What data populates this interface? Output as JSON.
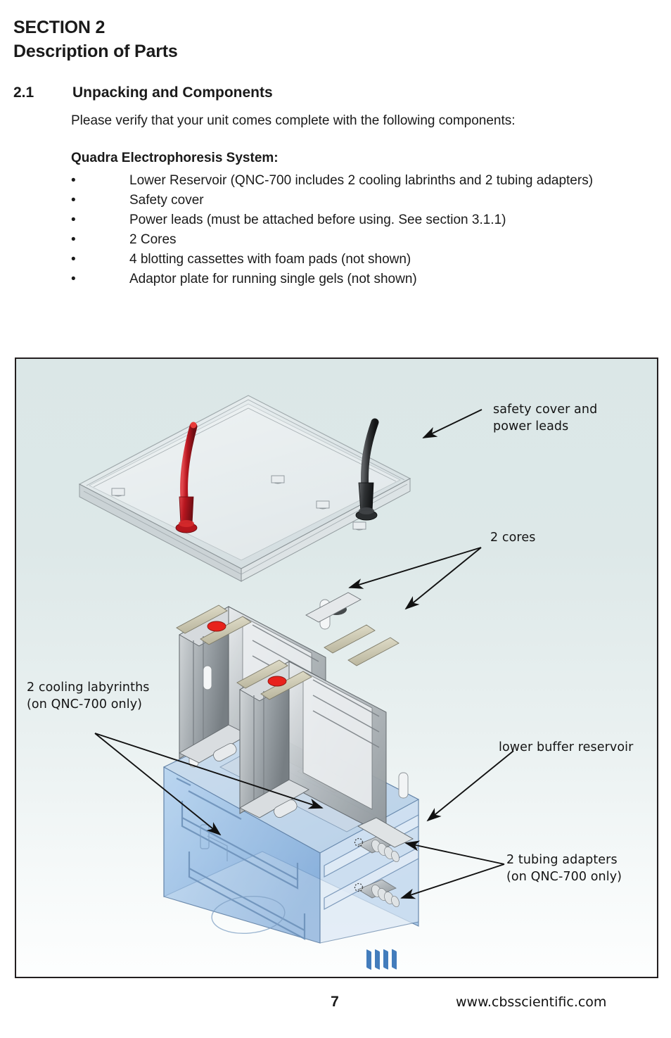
{
  "document": {
    "section_label": "SECTION 2",
    "section_title": "Description of Parts",
    "subsection_number": "2.1",
    "subsection_title": "Unpacking and Components",
    "intro_text": "Please verify that your unit comes complete with the following components:",
    "list_heading": "Quadra Electrophoresis System:",
    "bullet_char": "•",
    "bullets": [
      "Lower Reservoir (QNC-700 includes 2 cooling labrinths and 2 tubing adapters)",
      "Safety cover",
      "Power leads (must be attached before using. See section 3.1.1)",
      "2 Cores",
      "4 blotting cassettes with foam pads (not shown)",
      "Adaptor plate for running single gels (not shown)"
    ]
  },
  "figure": {
    "alt": "Exploded isometric view of the Quadra electrophoresis system",
    "background_top_color": "#dbe7e7",
    "background_bottom_color": "#fdfefe",
    "border_color": "#231f20",
    "callouts": {
      "safety_cover": "safety cover and\npower leads",
      "cores": "2 cores",
      "cooling_labyrinths": "2 cooling labyrinths\n(on QNC-700 only)",
      "lower_reservoir": "lower buffer reservoir",
      "tubing_adapters": "2 tubing adapters\n(on QNC-700 only)"
    },
    "parts": {
      "red_lead_color": "#b01b22",
      "black_lead_color": "#2b2b2b",
      "reservoir_tint": "#9dc4e8",
      "metal_tint": "#b9bec2"
    }
  },
  "footer": {
    "page_number": "7",
    "website": "www.cbsscientific.com"
  }
}
